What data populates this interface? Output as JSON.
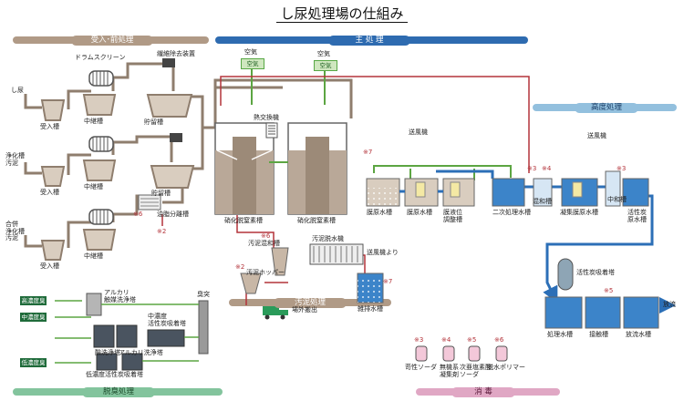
{
  "title": "し尿処理場の仕組み",
  "sections": {
    "pre": "受入･前処理",
    "main": "主 処 理",
    "advanced": "高度処理",
    "sludge": "汚泥処理",
    "deodor": "脱臭処理",
    "disinfect": "消 毒"
  },
  "pre": {
    "sources": [
      "し尿",
      "浄化槽\n汚泥",
      "合併\n浄化槽\n汚泥"
    ],
    "receiving_tank": "受入槽",
    "relay_tank": "中継槽",
    "storage_tank": "貯留槽",
    "drum_screen": "ドラムスクリーン",
    "fiber_remover": "繊維除去装置",
    "oil_separator": "油脂分離槽",
    "mark_6": "※6",
    "mark_2": "※2"
  },
  "main": {
    "air": "空気",
    "heat_exchanger": "熱交換機",
    "nitrification_tank": "硝化脱窒素槽",
    "membrane_water_tank": "膜原水槽",
    "membrane_tank": "膜原水槽",
    "membrane_level_tank": "膜液位\n調整槽",
    "blower": "送風機",
    "mark_7": "※7"
  },
  "advanced": {
    "secondary_tank": "二次処理水槽",
    "mixing_tank": "混和槽",
    "flocc_tank": "凝集膜原水槽",
    "neutral_tank": "中和槽",
    "carbon_raw_tank": "活性炭\n原水槽",
    "blower": "送風機",
    "mark_3": "※3",
    "mark_4": "※4",
    "carbon_tower": "活性炭吸着塔",
    "treated_tank": "処理水槽",
    "contact_tank": "接触槽",
    "discharge_tank": "放流水槽",
    "discharge": "放流",
    "mark_5": "※5"
  },
  "sludge": {
    "mixing_tank": "汚泥混和槽",
    "dewatering": "汚泥脱水機",
    "hopper": "汚泥ホッパー",
    "carry_out": "場外搬出",
    "blower_from": "送風機より",
    "misc_tank": "雑排水槽",
    "mark_6": "※6",
    "mark_2": "※2",
    "mark_7": "※7"
  },
  "deodor": {
    "high_odor": "高濃度臭気",
    "mid_odor": "中濃度臭気",
    "low_odor": "低濃度臭気",
    "alkali_tower": "アルカリ\n触媒洗浄塔",
    "acid_tower": "酸洗浄塔",
    "alkali_wash": "アルカリ洗浄塔",
    "mid_carbon": "中濃度\n活性炭吸着塔",
    "low_carbon": "低濃度活性炭吸着塔",
    "stack": "臭突"
  },
  "chemicals": [
    {
      "mark": "※3",
      "name": "苛性ソーダ"
    },
    {
      "mark": "※4",
      "name": "無機系\n凝集剤"
    },
    {
      "mark": "※5",
      "name": "次亜塩素酸\nソーダ"
    },
    {
      "mark": "※6",
      "name": "脱水ポリマー"
    }
  ],
  "colors": {
    "brown_band": "#b09a86",
    "blue_band": "#2e6bb0",
    "light_blue_band": "#93c0de",
    "pink_band": "#e0a7c4",
    "green_band": "#83c49d",
    "pipe_brown": "#8f7e6e",
    "pipe_blue": "#2c6fb7",
    "pipe_red": "#b3333a",
    "pipe_green": "#5ca542",
    "water": "#3c84c9"
  }
}
